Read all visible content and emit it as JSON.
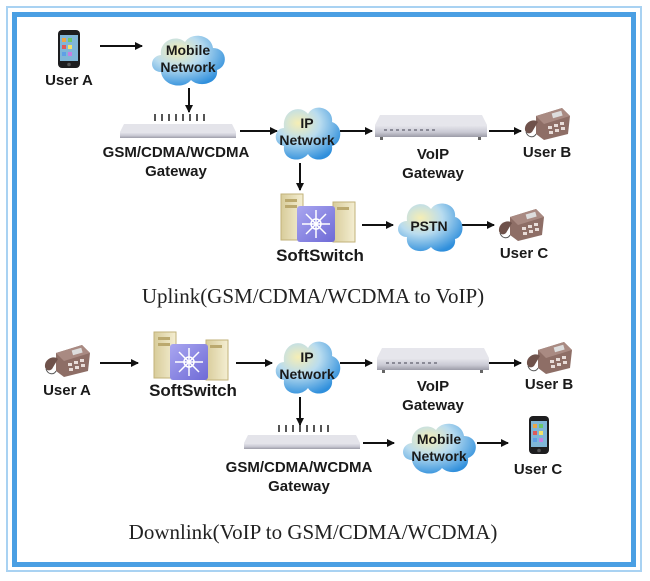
{
  "colors": {
    "frame_outer": "#a9d2f2",
    "frame_inner": "#4a9fe3",
    "cloud_blue": "#3d9be0",
    "cloud_yellow": "#f3e9a8",
    "phone_brown": "#8a6a62",
    "softswitch_purple": "#8a86e0"
  },
  "uplink": {
    "caption": "Uplink(GSM/CDMA/WCDMA to VoIP)",
    "user_a": {
      "label": "User A",
      "icon": "mobile-phone-icon"
    },
    "mobile_network": {
      "line1": "Mobile",
      "line2": "Network",
      "icon": "cloud-icon"
    },
    "gsm_gateway": {
      "line1": "GSM/CDMA/WCDMA",
      "line2": "Gateway",
      "icon": "gateway-device-icon"
    },
    "ip_network": {
      "line1": "IP",
      "line2": "Network",
      "icon": "cloud-icon"
    },
    "voip_gateway": {
      "line1": "VoIP",
      "line2": "Gateway",
      "icon": "voip-device-icon"
    },
    "user_b": {
      "label": "User B",
      "icon": "desk-phone-icon"
    },
    "softswitch": {
      "label": "SoftSwitch",
      "icon": "softswitch-server-icon"
    },
    "pstn": {
      "line1": "PSTN",
      "icon": "cloud-icon"
    },
    "user_c": {
      "label": "User C",
      "icon": "desk-phone-icon"
    }
  },
  "downlink": {
    "caption": "Downlink(VoIP to GSM/CDMA/WCDMA)",
    "user_a": {
      "label": "User A",
      "icon": "desk-phone-icon"
    },
    "softswitch": {
      "label": "SoftSwitch",
      "icon": "softswitch-server-icon"
    },
    "ip_network": {
      "line1": "IP",
      "line2": "Network",
      "icon": "cloud-icon"
    },
    "voip_gateway": {
      "line1": "VoIP",
      "line2": "Gateway",
      "icon": "voip-device-icon"
    },
    "user_b": {
      "label": "User B",
      "icon": "desk-phone-icon"
    },
    "gsm_gateway": {
      "line1": "GSM/CDMA/WCDMA",
      "line2": "Gateway",
      "icon": "gateway-device-icon"
    },
    "mobile_network": {
      "line1": "Mobile",
      "line2": "Network",
      "icon": "cloud-icon"
    },
    "user_c": {
      "label": "User C",
      "icon": "mobile-phone-icon"
    }
  }
}
